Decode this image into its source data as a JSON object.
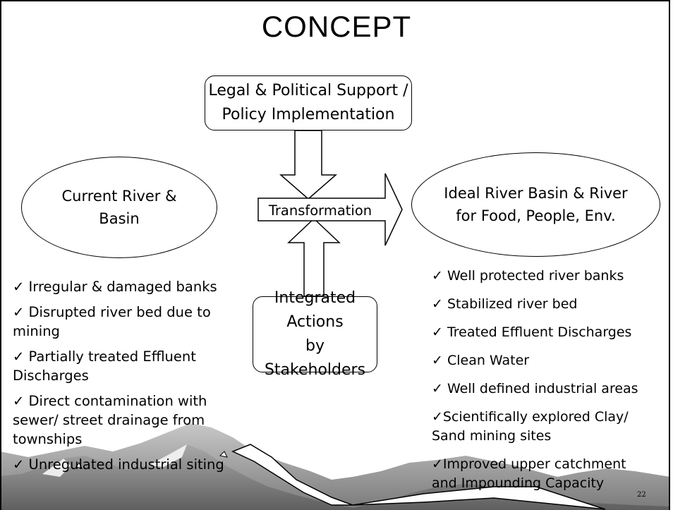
{
  "title": "CONCEPT",
  "top_box": {
    "line1": "Legal & Political Support /",
    "line2": "Policy Implementation"
  },
  "bottom_box": {
    "line1": "Integrated Actions",
    "line2": "by Stakeholders"
  },
  "left_ellipse": {
    "line1": "Current River &",
    "line2": "Basin"
  },
  "right_ellipse": {
    "line1": "Ideal River Basin & River",
    "line2": "for Food, People, Env."
  },
  "arrow_label": "Transformation",
  "check_mark": "✓",
  "left_list": [
    [
      "Irregular & damaged banks"
    ],
    [
      "Disrupted river bed due to",
      "mining"
    ],
    [
      "Partially treated Effluent",
      "Discharges"
    ],
    [
      "Direct contamination with",
      "sewer/ street drainage from",
      "townships"
    ],
    [
      "Unregulated industrial siting"
    ]
  ],
  "right_list": [
    [
      "Well protected river banks"
    ],
    [
      "Stabilized river bed"
    ],
    [
      "Treated Effluent Discharges"
    ],
    [
      "Clean Water"
    ],
    [
      "Well defined industrial areas"
    ],
    [
      "Scientifically explored Clay/",
      "Sand mining sites"
    ],
    [
      "Improved upper catchment",
      "and Impounding Capacity"
    ]
  ],
  "page_number": "22"
}
